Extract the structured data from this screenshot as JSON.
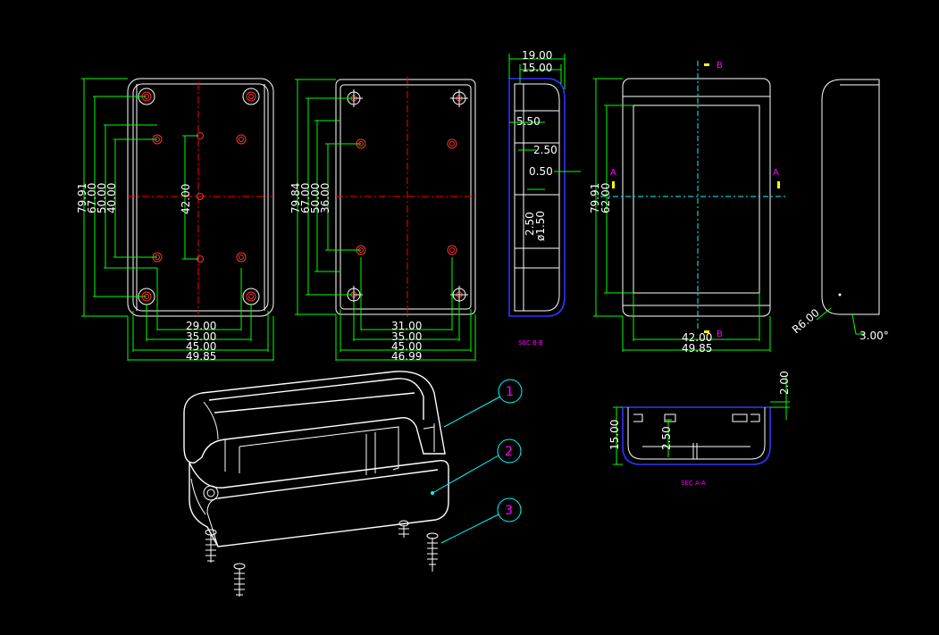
{
  "view1": {
    "left_dims": [
      "79.91",
      "67.00",
      "50.00",
      "40.00"
    ],
    "inner_dim": "42.00",
    "bottom_dims": [
      "29.00",
      "35.00",
      "45.00",
      "49.85"
    ]
  },
  "view2": {
    "left_dims": [
      "79.84",
      "67.00",
      "50.00",
      "36.00"
    ],
    "bottom_dims": [
      "31.00",
      "35.00",
      "45.00",
      "46.99"
    ]
  },
  "side_section": {
    "top_dims": [
      "19.00",
      "15.00"
    ],
    "dims": [
      "5.50",
      "2.50",
      "0.50",
      "2.50",
      "ø1.50"
    ],
    "title": "SEC B-B"
  },
  "front_view": {
    "left_dims": [
      "79.91",
      "62.00"
    ],
    "bottom_dims": [
      "42.00",
      "49.85"
    ],
    "marker_b": "B",
    "marker_a": "A"
  },
  "profile_view": {
    "radius": "R6.00",
    "angle": "3.00°"
  },
  "section_aa": {
    "dims": [
      "2.00",
      "15.00",
      "2.50"
    ],
    "title": "SEC A-A"
  },
  "balloons": [
    "1",
    "2",
    "3"
  ]
}
